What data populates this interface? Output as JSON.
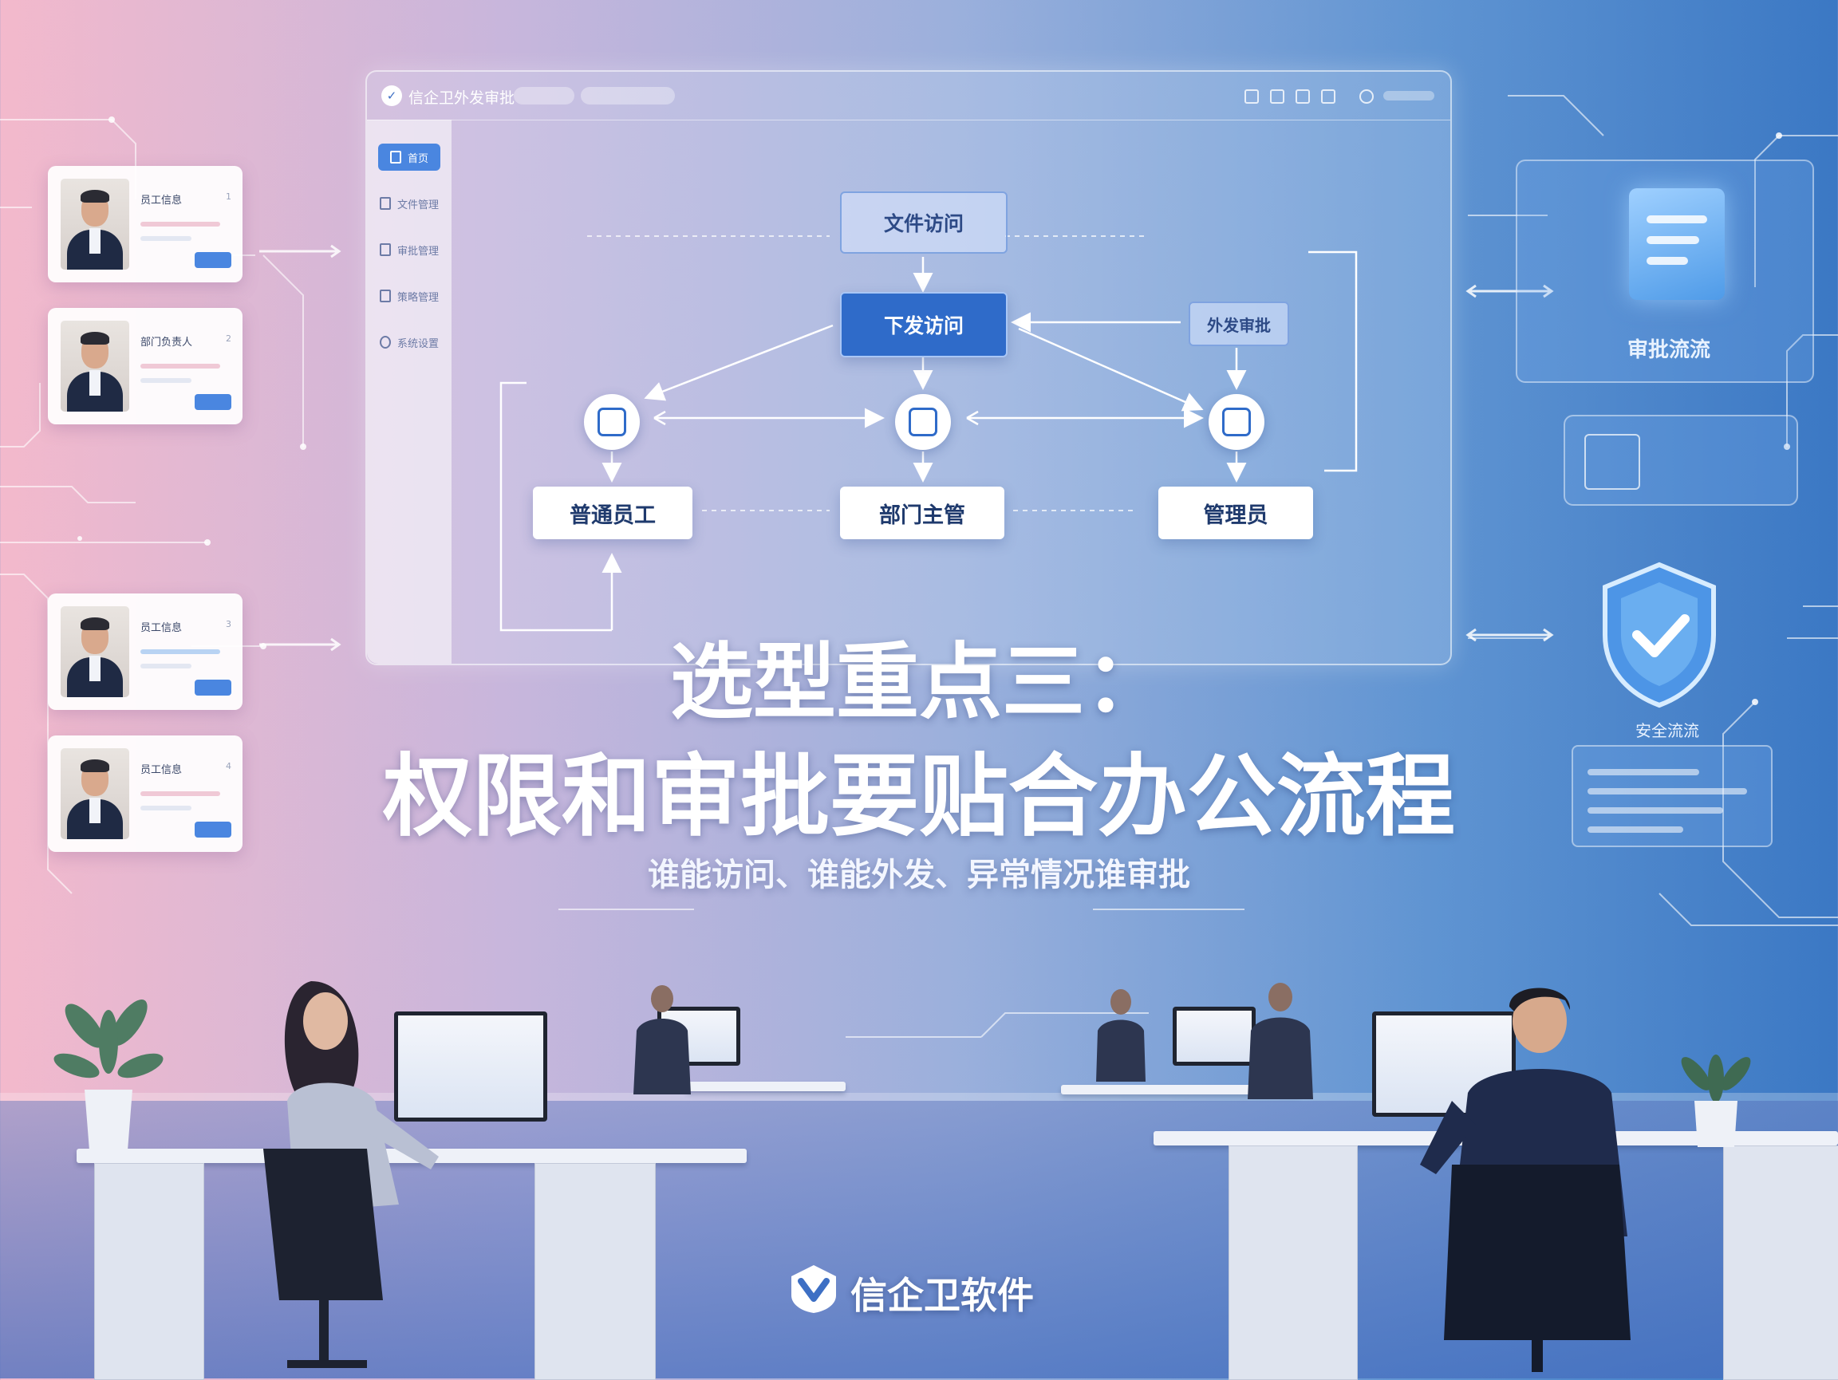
{
  "window": {
    "title": "信企卫外发审批",
    "sidebar": [
      {
        "label": "首页",
        "active": true
      },
      {
        "label": "文件管理",
        "active": false
      },
      {
        "label": "审批管理",
        "active": false
      },
      {
        "label": "策略管理",
        "active": false
      },
      {
        "label": "系统设置",
        "active": false
      }
    ]
  },
  "flow": {
    "file_access": "文件访问",
    "send_out_access": "下发访问",
    "external_approval": "外发审批",
    "roles": [
      "普通员工",
      "部门主管",
      "管理员"
    ]
  },
  "headline": {
    "line1": "选型重点三：",
    "line2": "权限和审批要贴合办公流程",
    "subtitle": "谁能访问、谁能外发、异常情况谁审批"
  },
  "profiles": [
    {
      "name": "员工信息",
      "num": "1"
    },
    {
      "name": "部门负责人",
      "num": "2"
    },
    {
      "name": "员工信息",
      "num": "3"
    },
    {
      "name": "员工信息",
      "num": "4"
    }
  ],
  "right_panel": {
    "approval_flow": "审批流流",
    "security_flow": "安全流流"
  },
  "brand": {
    "name": "信企卫软件"
  },
  "colors": {
    "accent": "#2f6bc9",
    "bg_left": "#f3b9cc",
    "bg_right": "#3b78c4"
  }
}
